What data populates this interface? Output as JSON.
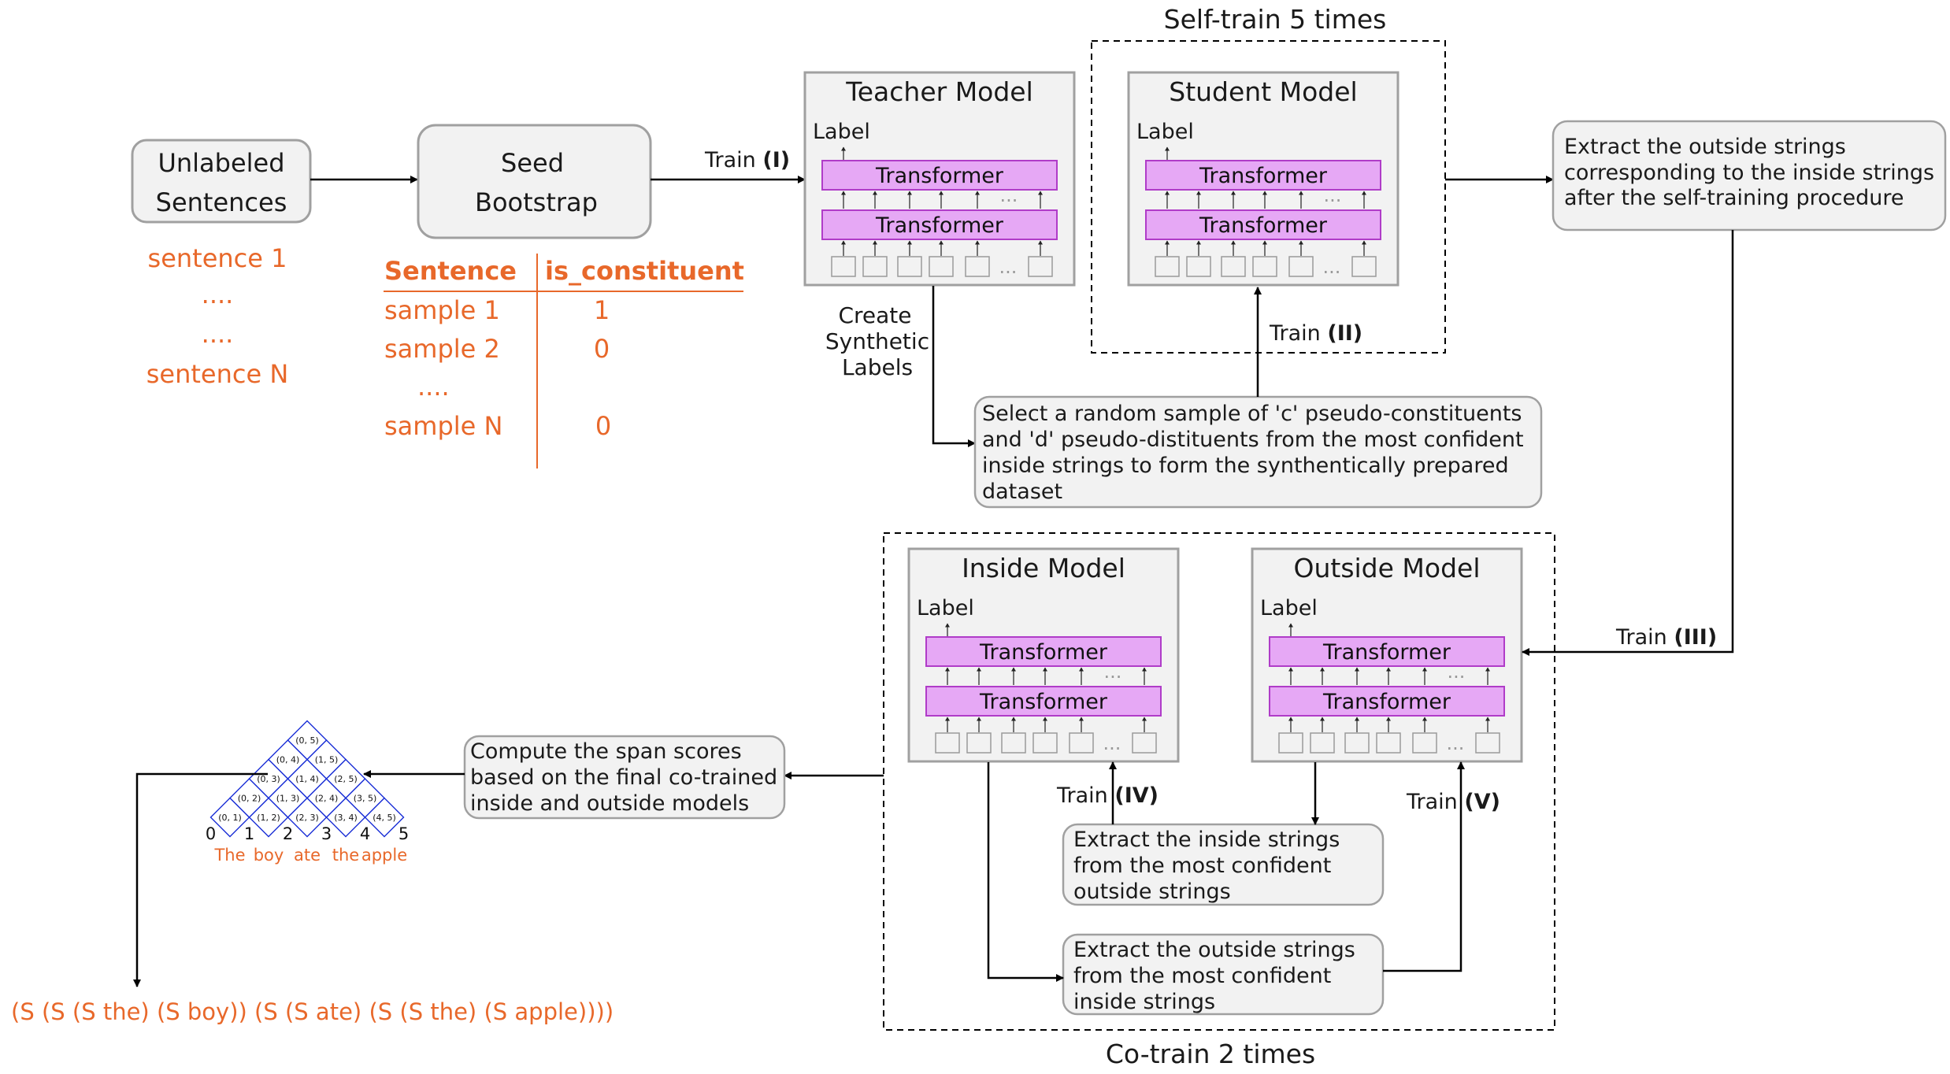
{
  "unlabeled": {
    "line1": "Unlabeled",
    "line2": "Sentences"
  },
  "sentences_list": [
    "sentence 1",
    "....",
    "....",
    "sentence N"
  ],
  "seed": {
    "line1": "Seed",
    "line2": "Bootstrap"
  },
  "table": {
    "headers": [
      "Sentence",
      "is_constituent"
    ],
    "rows": [
      {
        "sample": "sample 1",
        "value": "1"
      },
      {
        "sample": "sample 2",
        "value": "0"
      },
      {
        "sample": "....",
        "value": ""
      },
      {
        "sample": "sample N",
        "value": "0"
      }
    ]
  },
  "train_labels": {
    "t1": {
      "text": "Train ",
      "roman": "(I)"
    },
    "t2": {
      "text": "Train ",
      "roman": "(II)"
    },
    "t3": {
      "text": "Train ",
      "roman": "(III)"
    },
    "t4": {
      "text": "Train ",
      "roman": "(IV)"
    },
    "t5": {
      "text": "Train ",
      "roman": "(V)"
    }
  },
  "models": {
    "teacher": {
      "title": "Teacher Model",
      "label": "Label",
      "layer1": "Transformer",
      "layer2": "Transformer"
    },
    "student": {
      "title": "Student Model",
      "label": "Label",
      "layer1": "Transformer",
      "layer2": "Transformer"
    },
    "inside": {
      "title": "Inside Model",
      "label": "Label",
      "layer1": "Transformer",
      "layer2": "Transformer"
    },
    "outside": {
      "title": "Outside Model",
      "label": "Label",
      "layer1": "Transformer",
      "layer2": "Transformer"
    }
  },
  "dots": "...",
  "self_train_caption": "Self-train 5 times",
  "co_train_caption": "Co-train 2 times",
  "create_synthetic": [
    "Create",
    "Synthetic",
    "Labels"
  ],
  "select_box": [
    "Select a random sample of 'c' pseudo-constituents",
    "and 'd' pseudo-distituents from the most confident",
    "inside strings to form the synthentically prepared",
    "dataset"
  ],
  "extract_outside_top": [
    "Extract the outside strings",
    "corresponding to the inside strings",
    "after the self-training procedure"
  ],
  "extract_inside_box": [
    "Extract the inside strings",
    "from the most confident",
    "outside strings"
  ],
  "extract_outside_box": [
    "Extract the outside strings",
    "from the most confident",
    "inside strings"
  ],
  "compute_box": [
    "Compute the span scores",
    "based on the final co-trained",
    "inside and outside models"
  ],
  "chart": {
    "cells": [
      [
        "(0, 1)",
        "(1, 2)",
        "(2, 3)",
        "(3, 4)",
        "(4, 5)"
      ],
      [
        "(0, 2)",
        "(1, 3)",
        "(2, 4)",
        "(3, 5)"
      ],
      [
        "(0, 3)",
        "(1, 4)",
        "(2, 5)"
      ],
      [
        "(0, 4)",
        "(1, 5)"
      ],
      [
        "(0, 5)"
      ]
    ],
    "indices": [
      "0",
      "1",
      "2",
      "3",
      "4",
      "5"
    ],
    "words": [
      "The",
      "boy",
      "ate",
      "the",
      "apple"
    ]
  },
  "parse_output": "(S (S (S the) (S boy)) (S (S ate) (S (S the) (S apple))))",
  "colors": {
    "orange": "#e8682a",
    "transformer_fill": "#e6a8f5",
    "transformer_stroke": "#b03cc8",
    "box_fill": "#f2f2f2",
    "box_stroke": "#a0a0a0",
    "chart_blue": "#1a2fd6"
  }
}
